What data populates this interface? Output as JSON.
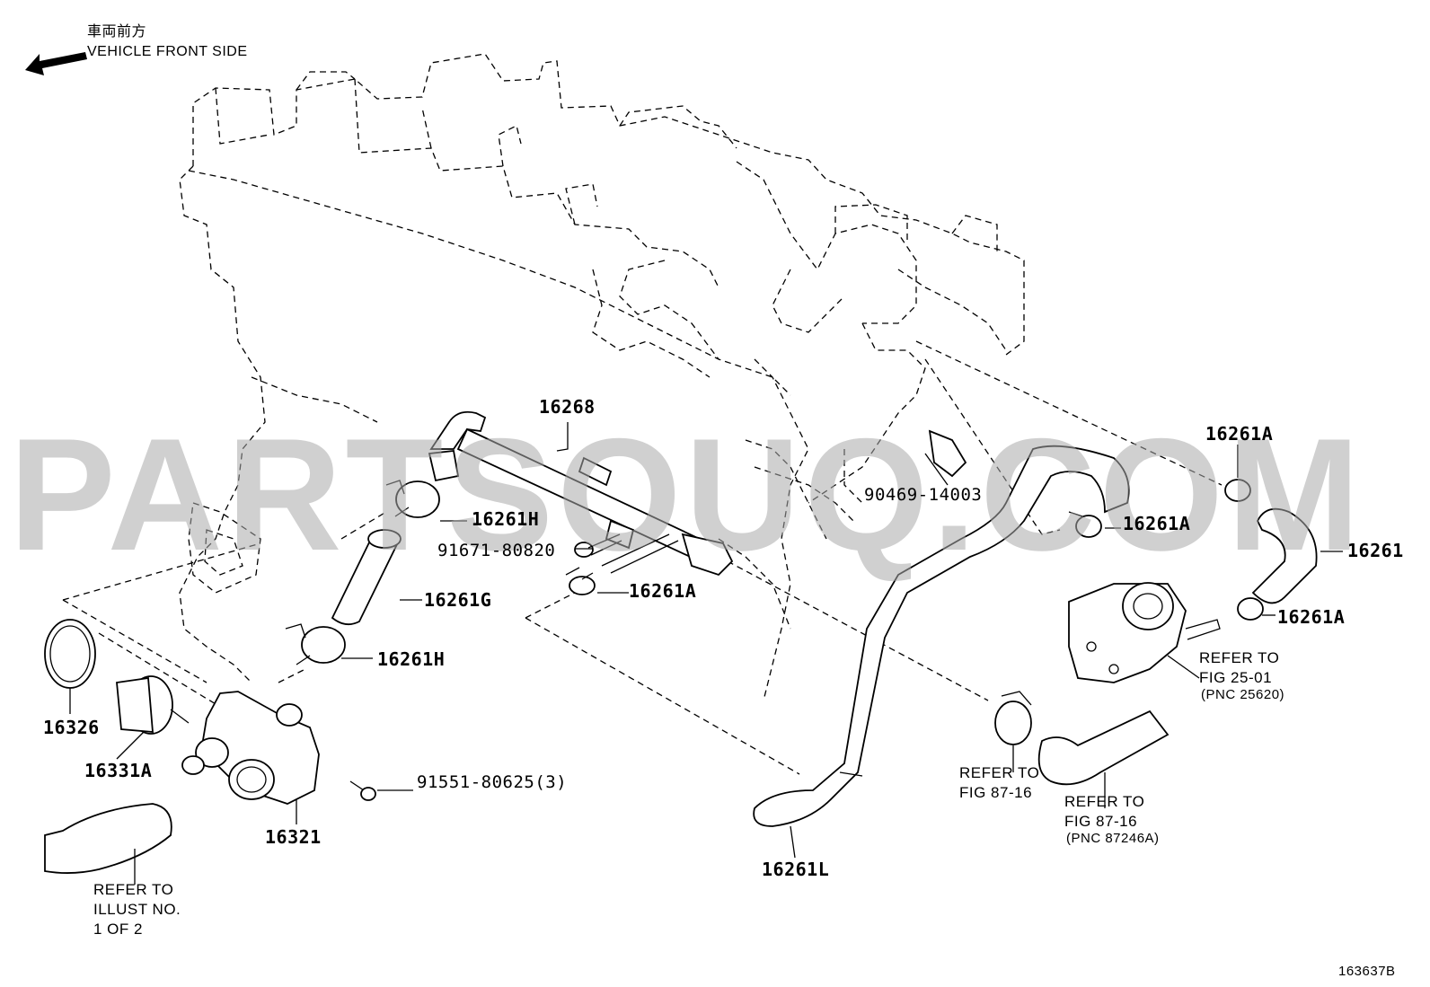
{
  "header": {
    "direction_jp": "車両前方",
    "direction_en": "VEHICLE FRONT SIDE"
  },
  "watermark": "PARTSOUQ.COM",
  "figure_id": "163637B",
  "parts": [
    {
      "id": "16268",
      "label": "16268"
    },
    {
      "id": "16261A_top",
      "label": "16261A"
    },
    {
      "id": "16261H_top",
      "label": "16261H"
    },
    {
      "id": "91671-80820",
      "label": "91671-80820"
    },
    {
      "id": "16261G",
      "label": "16261G"
    },
    {
      "id": "16261A_mid",
      "label": "16261A"
    },
    {
      "id": "90469-14003",
      "label": "90469-14003"
    },
    {
      "id": "16261A_right",
      "label": "16261A"
    },
    {
      "id": "16261",
      "label": "16261"
    },
    {
      "id": "16261A_lowright",
      "label": "16261A"
    },
    {
      "id": "16261H_low",
      "label": "16261H"
    },
    {
      "id": "16326",
      "label": "16326"
    },
    {
      "id": "16331A",
      "label": "16331A"
    },
    {
      "id": "16321",
      "label": "16321"
    },
    {
      "id": "91551-80625",
      "label": "91551-80625(3)"
    },
    {
      "id": "16261L",
      "label": "16261L"
    }
  ],
  "notes": {
    "illust": "REFER TO\nILLUST NO.\n1 OF 2",
    "fig_87_16_a": "REFER TO\nFIG 87-16",
    "fig_87_16_b": "REFER TO\nFIG 87-16",
    "pnc_87246a": "(PNC 87246A)",
    "fig_25_01": "REFER TO\nFIG 25-01",
    "pnc_25620": "(PNC 25620)"
  }
}
